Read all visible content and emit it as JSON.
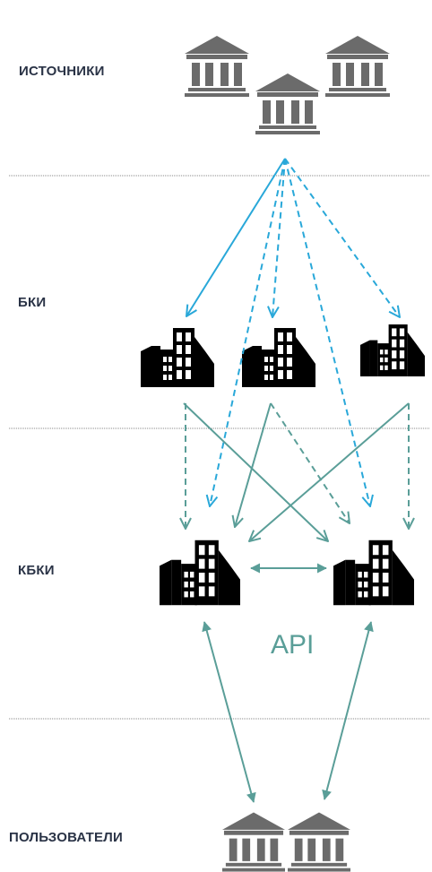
{
  "tiers": {
    "sources": "ИСТОЧНИКИ",
    "bki": "БКИ",
    "kbki": "КБКИ",
    "users": "ПОЛЬЗОВАТЕЛИ"
  },
  "api_label": "API",
  "colors": {
    "blue_arrow": "#29a8d9",
    "teal_arrow": "#5a9e98",
    "bank_icon": "#6b6b6b",
    "bki_building": "#6e6e6e",
    "kbki_building": "#5b92c6",
    "label_text": "#2a3346",
    "divider": "#8a8a8a"
  },
  "icons": {
    "source": "bank-icon",
    "bki": "office-building-icon",
    "kbki": "office-building-icon",
    "user": "bank-icon"
  }
}
